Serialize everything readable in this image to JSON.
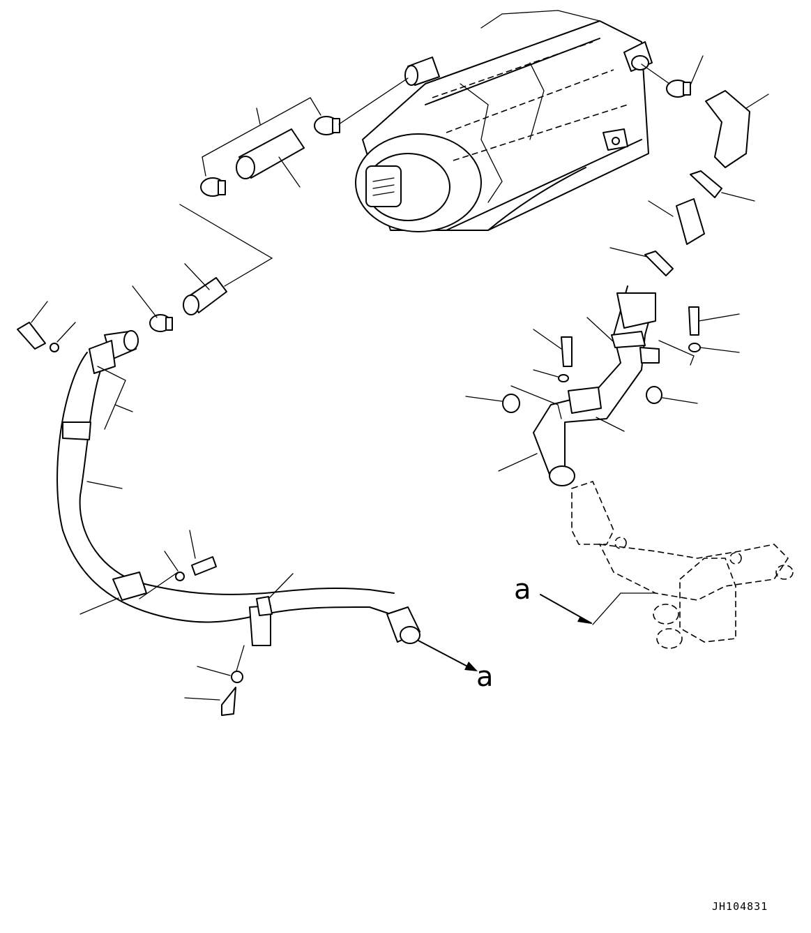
{
  "figure": {
    "drawing_number": "JH104831",
    "reference_letter_left": "a",
    "reference_letter_right": "a"
  },
  "colors": {
    "ink": "#000000",
    "paper": "#ffffff"
  }
}
